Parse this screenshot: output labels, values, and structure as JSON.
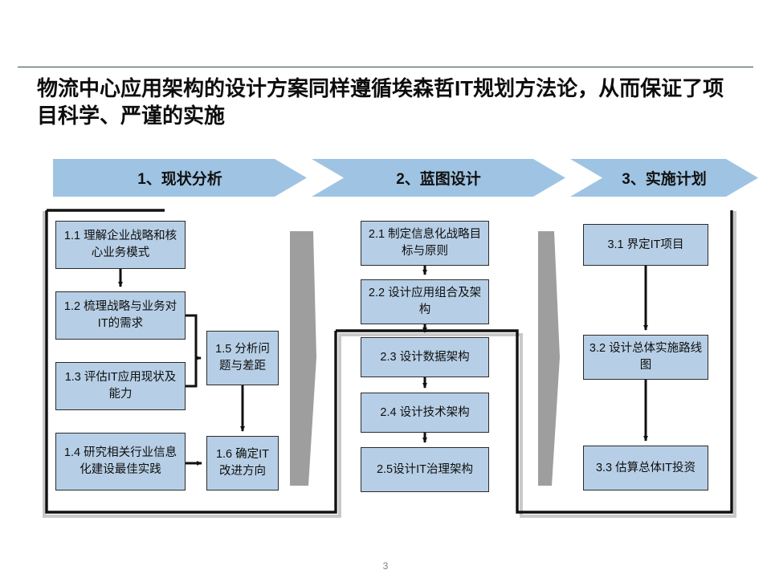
{
  "slide": {
    "title": "物流中心应用架构的设计方案同样遵循埃森哲IT规划方法论，从而保证了项目科学、严谨的实施",
    "page_number": "3"
  },
  "colors": {
    "chevron_fill": "#9fc4e3",
    "box_fill": "#b7cfe6",
    "box_border": "#2b2b2b",
    "divider_gray": "#9e9e9e",
    "rule": "#37474f",
    "text": "#0f0f0f"
  },
  "banner": {
    "phases": [
      {
        "label": "1、现状分析"
      },
      {
        "label": "2、蓝图设计"
      },
      {
        "label": "3、实施计划"
      }
    ]
  },
  "diagram": {
    "phase1_boxes": [
      {
        "id": "1.1",
        "label": "1.1 理解企业战略和核心业务模式"
      },
      {
        "id": "1.2",
        "label": "1.2 梳理战略与业务对IT的需求"
      },
      {
        "id": "1.3",
        "label": "1.3 评估IT应用现状及能力"
      },
      {
        "id": "1.4",
        "label": "1.4 研究相关行业信息化建设最佳实践"
      },
      {
        "id": "1.5",
        "label": "1.5  分析问题与差距"
      },
      {
        "id": "1.6",
        "label": "1.6  确定IT改进方向"
      }
    ],
    "phase2_boxes": [
      {
        "id": "2.1",
        "label": "2.1 制定信息化战略目标与原则"
      },
      {
        "id": "2.2",
        "label": "2.2 设计应用组合及架构"
      },
      {
        "id": "2.3",
        "label": "2.3 设计数据架构"
      },
      {
        "id": "2.4",
        "label": "2.4 设计技术架构"
      },
      {
        "id": "2.5",
        "label": "2.5设计IT治理架构"
      }
    ],
    "phase3_boxes": [
      {
        "id": "3.1",
        "label": "3.1 界定IT项目"
      },
      {
        "id": "3.2",
        "label": "3.2 设计总体实施路线图"
      },
      {
        "id": "3.3",
        "label": "3.3 估算总体IT投资"
      }
    ]
  }
}
